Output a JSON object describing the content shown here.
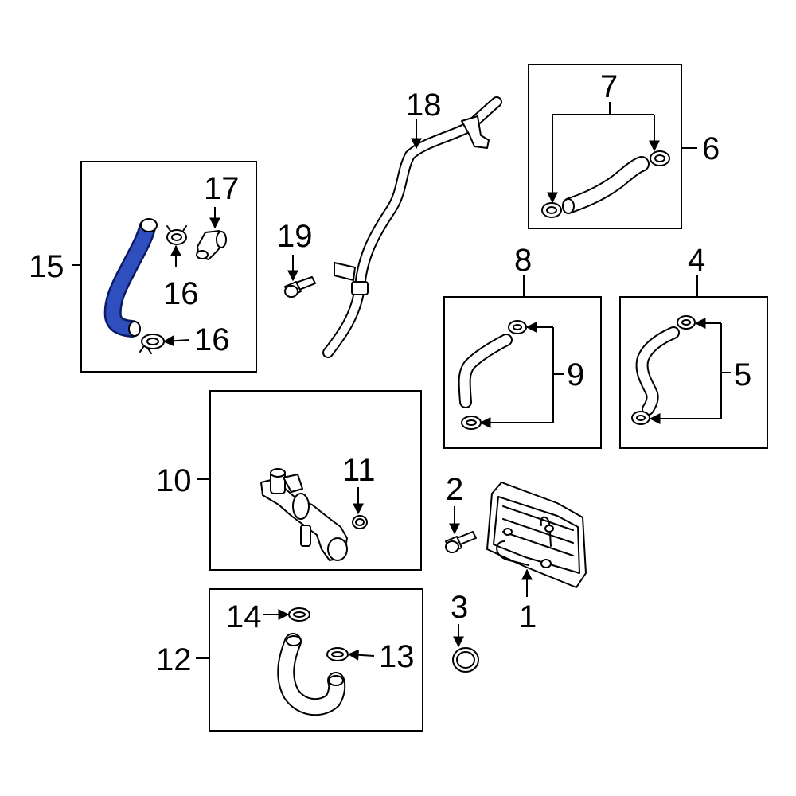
{
  "colors": {
    "highlight_fill": "#2f4fbf",
    "highlight_outline": "#0a1a66",
    "line": "#000000",
    "background": "#ffffff"
  },
  "callouts": {
    "c1": "1",
    "c2": "2",
    "c3": "3",
    "c4": "4",
    "c5": "5",
    "c6": "6",
    "c7": "7",
    "c8": "8",
    "c9": "9",
    "c10": "10",
    "c11": "11",
    "c12": "12",
    "c13": "13",
    "c14": "14",
    "c15": "15",
    "c16a": "16",
    "c16b": "16",
    "c17": "17",
    "c18": "18",
    "c19": "19"
  }
}
